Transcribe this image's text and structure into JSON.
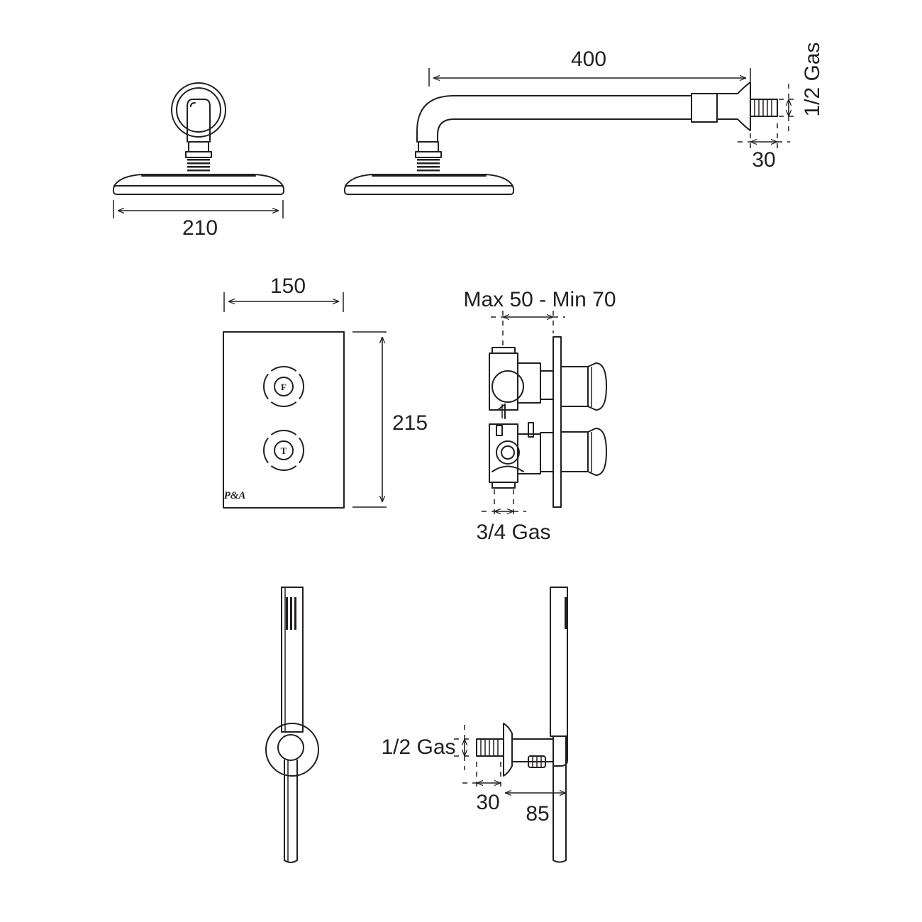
{
  "labels": {
    "head_width": "210",
    "arm_length": "400",
    "arm_thread": "1/2 Gas",
    "arm_thread_length": "30",
    "plate_width": "150",
    "plate_height": "215",
    "valve_depth": "Max 50 - Min 70",
    "valve_inlet": "3/4 Gas",
    "hand_thread": "1/2 Gas",
    "hand_thread_length": "30",
    "hand_depth": "85"
  },
  "handle_marks": {
    "top": "F",
    "bottom": "T"
  },
  "logo": "P&A"
}
